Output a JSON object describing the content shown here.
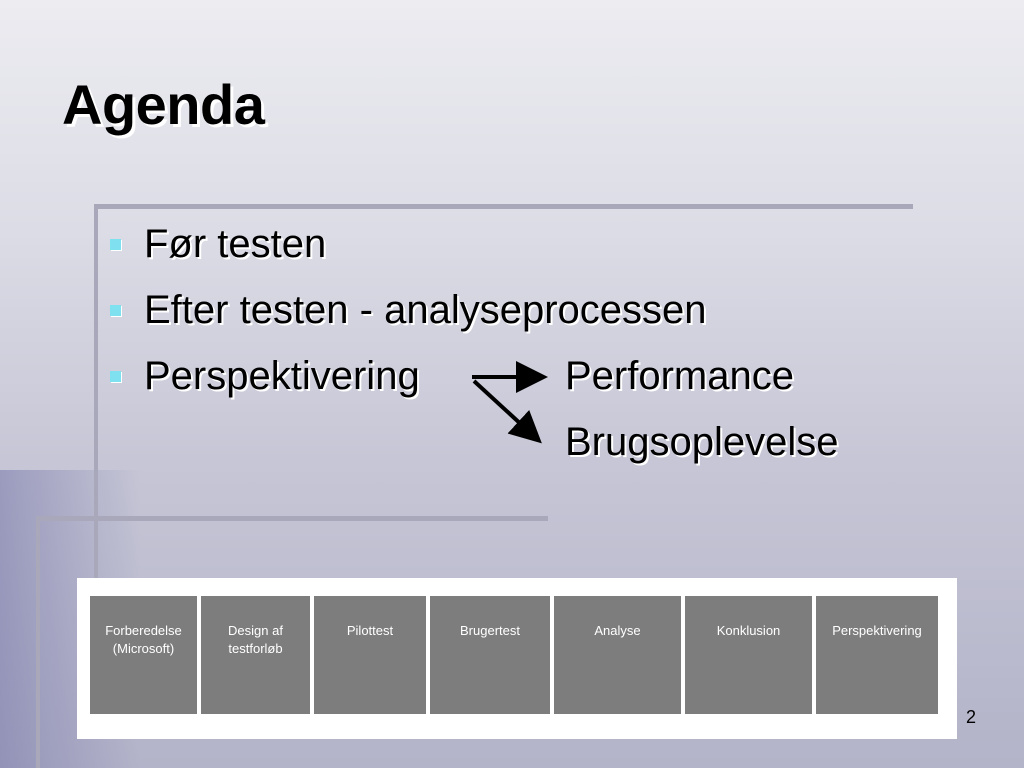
{
  "slide": {
    "title": "Agenda",
    "page_number": "2"
  },
  "bullets": [
    {
      "text": "Før testen"
    },
    {
      "text": "Efter testen - analyseprocessen"
    },
    {
      "text": "Perspektivering"
    }
  ],
  "branches": {
    "top": "Performance",
    "bottom": "Brugsoplevelse"
  },
  "process_steps": [
    {
      "label": "Forberedelse\n(Microsoft)"
    },
    {
      "label": "Design af\ntestforløb"
    },
    {
      "label": "Pilottest"
    },
    {
      "label": "Brugertest"
    },
    {
      "label": "Analyse"
    },
    {
      "label": "Konklusion"
    },
    {
      "label": "Perspektivering"
    }
  ],
  "colors": {
    "bullet_marker": "#7fe0f0",
    "step_fill": "#7d7d7d",
    "step_text": "#ffffff"
  }
}
